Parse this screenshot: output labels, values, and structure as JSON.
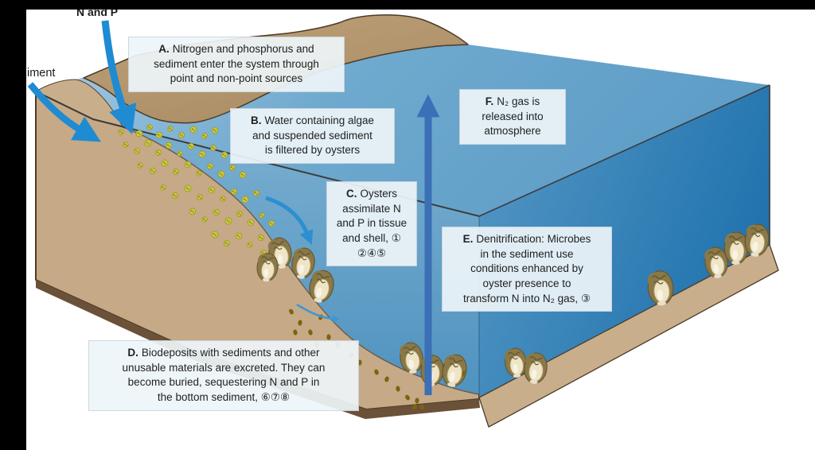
{
  "frame": {
    "letterbox_color": "#000000"
  },
  "labels": {
    "n_and_p": "N and P",
    "sediment_cutoff": "iment"
  },
  "notes": [
    {
      "id": "A",
      "prefix": "A.",
      "body": "Nitrogen and phosphorus and\nsediment enter the system through\npoint and non-point sources"
    },
    {
      "id": "B",
      "prefix": "B.",
      "body": "Water containing algae\nand suspended sediment\nis filtered by oysters"
    },
    {
      "id": "C",
      "prefix": "C.",
      "body": "Oysters\nassimilate N\nand P in tissue\nand shell, ①\n②④⑤"
    },
    {
      "id": "D",
      "prefix": "D.",
      "body": "Biodeposits with sediments and other\nunusable materials are excreted. They can\nbecome buried, sequestering N and P in\nthe bottom sediment, ⑥⑦⑧"
    },
    {
      "id": "E",
      "prefix": "E.",
      "body": "Denitrification: Microbes\nin the sediment use\nconditions enhanced by\noyster presence to\ntransform N into N₂ gas, ③"
    },
    {
      "id": "F",
      "prefix": "F.",
      "body": "N₂ gas is\nreleased into\natmosphere"
    }
  ],
  "scene": {
    "colors": {
      "water_surface_light": "#A9CBE2",
      "water_surface_mid": "#6FA9CE",
      "water_surface_deep": "#5D9DC7",
      "water_front_left_light": "#7AAED0",
      "water_front_left_deep": "#4F93C0",
      "water_front_right_light": "#5598C5",
      "water_front_right_deep": "#2173AE",
      "land_front": "#C6A986",
      "land_top": "#C9AE8C",
      "land_far_light": "#BD9F78",
      "land_far_deep": "#AC8E66",
      "land_edge_dark": "#6B5138",
      "outline_dark": "#3C3C3C",
      "outline_brown": "#4C3B27",
      "slope_line": "#6B5940",
      "arrow_bright": "#1E8BD3",
      "arrow_steel": "#3B6FB6",
      "arrow_medium": "#2E8FD0",
      "arrow_light": "#3E97D5",
      "algae_fill": "#CCCA41",
      "algae_stroke": "#99962A",
      "algae_dot": "#6F6B12",
      "biodeposit": "#7A650E",
      "oyster_outer": "#8A7947",
      "oyster_outline": "#675733",
      "oyster_inner": "#EFE5C6",
      "oyster_inner_edge": "#B9A97B",
      "text": "#1F1F1F"
    }
  }
}
